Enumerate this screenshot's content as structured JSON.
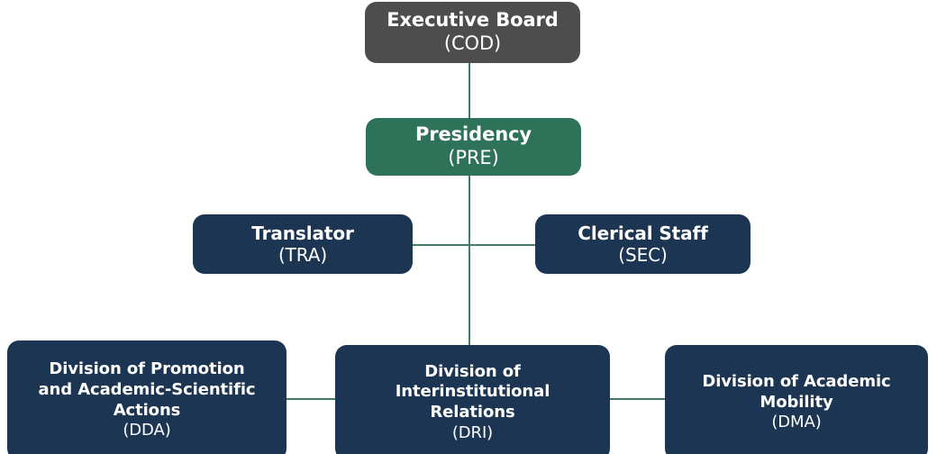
{
  "chart": {
    "type": "org-chart",
    "title": "",
    "background_color": "#ffffff",
    "connector_color": "#3f7a6a",
    "nodes": [
      {
        "id": "COD",
        "title": "Executive Board",
        "code": "(COD)",
        "color": "#4d4d4d",
        "level": 0
      },
      {
        "id": "PRE",
        "title": "Presidency",
        "code": "(PRE)",
        "color": "#2e7259",
        "level": 1
      },
      {
        "id": "TRA",
        "title": "Translator",
        "code": "(TRA)",
        "color": "#1b3553",
        "level": 2
      },
      {
        "id": "SEC",
        "title": "Clerical Staff",
        "code": "(SEC)",
        "color": "#1b3553",
        "level": 2
      },
      {
        "id": "DDA",
        "title_line1": "Division of Promotion",
        "title_line2": "and Academic-Scientific",
        "title_line3": "Actions",
        "code": "(DDA)",
        "color": "#1b3553",
        "level": 3
      },
      {
        "id": "DRI",
        "title_line1": "Division of",
        "title_line2": "Interinstitutional",
        "title_line3": "Relations",
        "code": "(DRI)",
        "color": "#1b3553",
        "level": 3
      },
      {
        "id": "DMA",
        "title_line1": "Division of Academic",
        "title_line2": "Mobility",
        "code": "(DMA)",
        "color": "#1b3553",
        "level": 3
      }
    ],
    "edges": [
      {
        "from": "COD",
        "to": "PRE",
        "orientation": "vertical"
      },
      {
        "from": "PRE",
        "to": "DRI",
        "orientation": "vertical"
      },
      {
        "from": "TRA",
        "to": "SEC",
        "orientation": "horizontal"
      },
      {
        "from": "DDA",
        "to": "DRI",
        "orientation": "horizontal"
      },
      {
        "from": "DRI",
        "to": "DMA",
        "orientation": "horizontal"
      }
    ]
  }
}
